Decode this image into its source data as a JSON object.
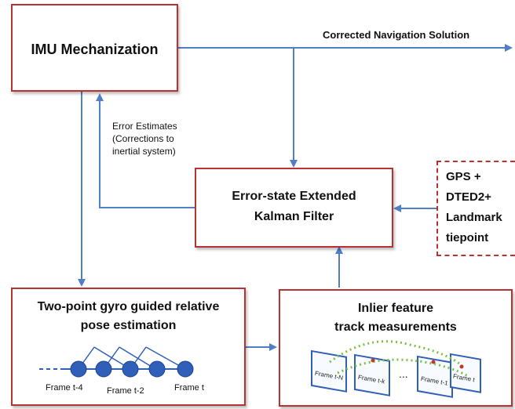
{
  "boxes": {
    "imu": {
      "label": "IMU Mechanization"
    },
    "ekf": {
      "line1": "Error-state Extended",
      "line2": "Kalman Filter"
    },
    "aiding": {
      "lines": [
        "GPS +",
        "DTED2+",
        "Landmark",
        "tiepoint"
      ]
    },
    "pose": {
      "line1": "Two-point gyro guided relative",
      "line2": "pose estimation"
    },
    "tracks": {
      "line1": "Inlier feature",
      "line2": "track measurements"
    }
  },
  "labels": {
    "corrected_nav": "Corrected Navigation Solution",
    "error_estimates": [
      "Error Estimates",
      "(Corrections to",
      "inertial system)"
    ]
  },
  "pose_graph": {
    "frame_labels": [
      "Frame t-4",
      "Frame t-2",
      "Frame t"
    ]
  },
  "frame_cards": {
    "labels": [
      "Frame t-N",
      "Frame t-k",
      "Frame t-1",
      "Frame t"
    ],
    "ellipsis": "..."
  },
  "colors": {
    "arrow": "#4f7fc6",
    "box_border": "#b83232",
    "node": "#2f5fb8",
    "track": "#7cc142"
  }
}
